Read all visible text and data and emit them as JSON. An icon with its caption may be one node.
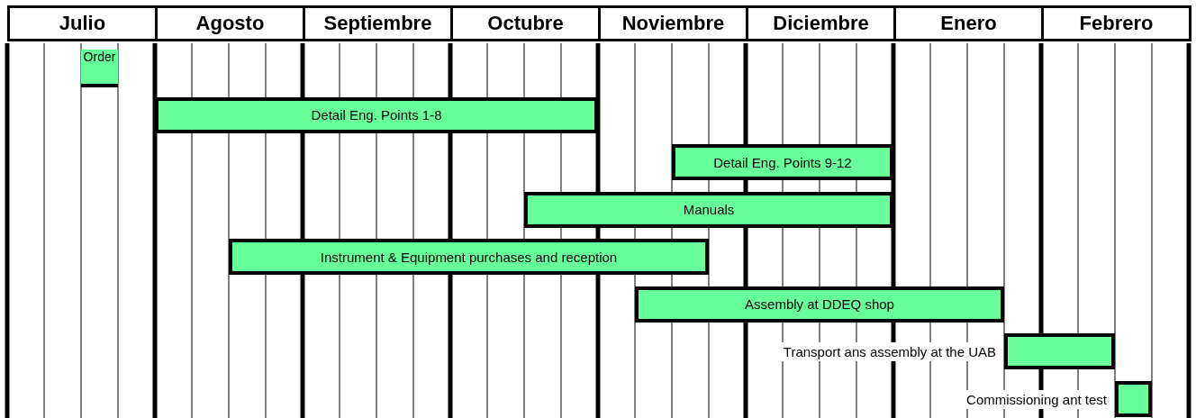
{
  "diagram": {
    "nodes": [
      {
        "text": [
          "Order"
        ]
      },
      {
        "text": [
          "Detail Eng. Points 1-8"
        ]
      },
      {
        "text": [
          "Detail Eng. Points 9-12"
        ]
      },
      {
        "text": [
          "Manuals"
        ]
      },
      {
        "text": [
          "Instrument & Equipment purchases and reception"
        ]
      },
      {
        "text": [
          "Assembly at DDEQ shop"
        ]
      },
      {
        "text": [],
        "shape": "bar",
        "beside": [
          "Transport ans assembly at the UAB"
        ]
      },
      {
        "text": [],
        "shape": "bar",
        "beside": [
          "Commissioning ant test"
        ]
      }
    ],
    "labels": [
      "Julio",
      "Agosto",
      "Septiembre",
      "Octubre",
      "Noviembre",
      "Diciembre",
      "Enero",
      "Febrero"
    ]
  }
}
